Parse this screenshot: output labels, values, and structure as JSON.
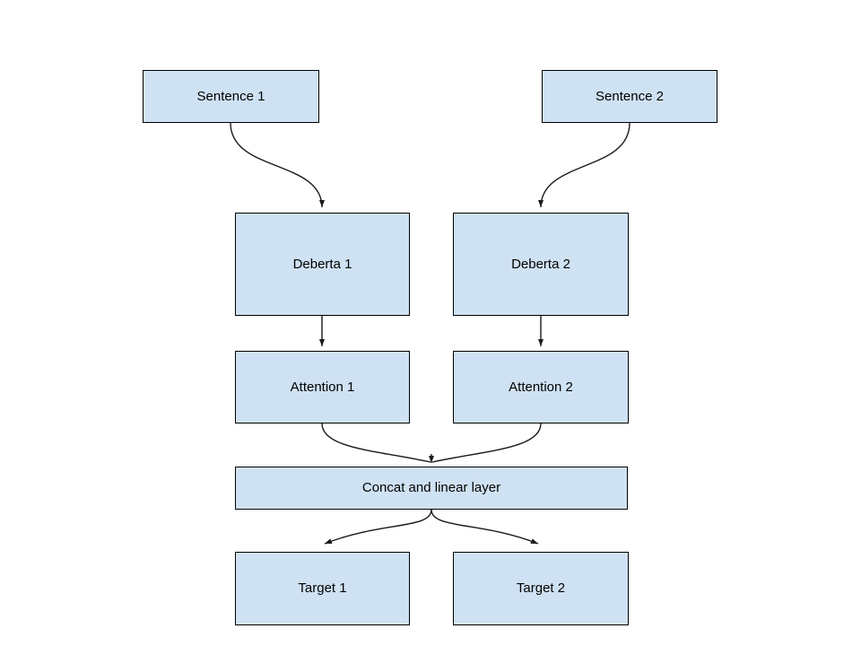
{
  "theme": {
    "canvas_bg": "#ffffff",
    "box_fill": "#cfe2f3",
    "box_border": "#000000",
    "arrow_color": "#1a1a1a",
    "text_color": "#000000"
  },
  "diagram": {
    "type": "flowchart",
    "nodes": [
      {
        "id": "sentence-1",
        "label": "Sentence 1"
      },
      {
        "id": "sentence-2",
        "label": "Sentence 2"
      },
      {
        "id": "deberta-1",
        "label": "Deberta 1"
      },
      {
        "id": "deberta-2",
        "label": "Deberta 2"
      },
      {
        "id": "attention-1",
        "label": "Attention 1"
      },
      {
        "id": "attention-2",
        "label": "Attention 2"
      },
      {
        "id": "concat",
        "label": "Concat and linear layer"
      },
      {
        "id": "target-1",
        "label": "Target 1"
      },
      {
        "id": "target-2",
        "label": "Target 2"
      }
    ],
    "edges": [
      {
        "from": "Sentence 1",
        "to": "Deberta 1"
      },
      {
        "from": "Sentence 2",
        "to": "Deberta 2"
      },
      {
        "from": "Deberta 1",
        "to": "Attention 1"
      },
      {
        "from": "Deberta 2",
        "to": "Attention 2"
      },
      {
        "from": "Attention 1",
        "to": "Concat and linear layer"
      },
      {
        "from": "Attention 2",
        "to": "Concat and linear layer"
      },
      {
        "from": "Concat and linear layer",
        "to": "Target 1"
      },
      {
        "from": "Concat and linear layer",
        "to": "Target 2"
      }
    ]
  }
}
